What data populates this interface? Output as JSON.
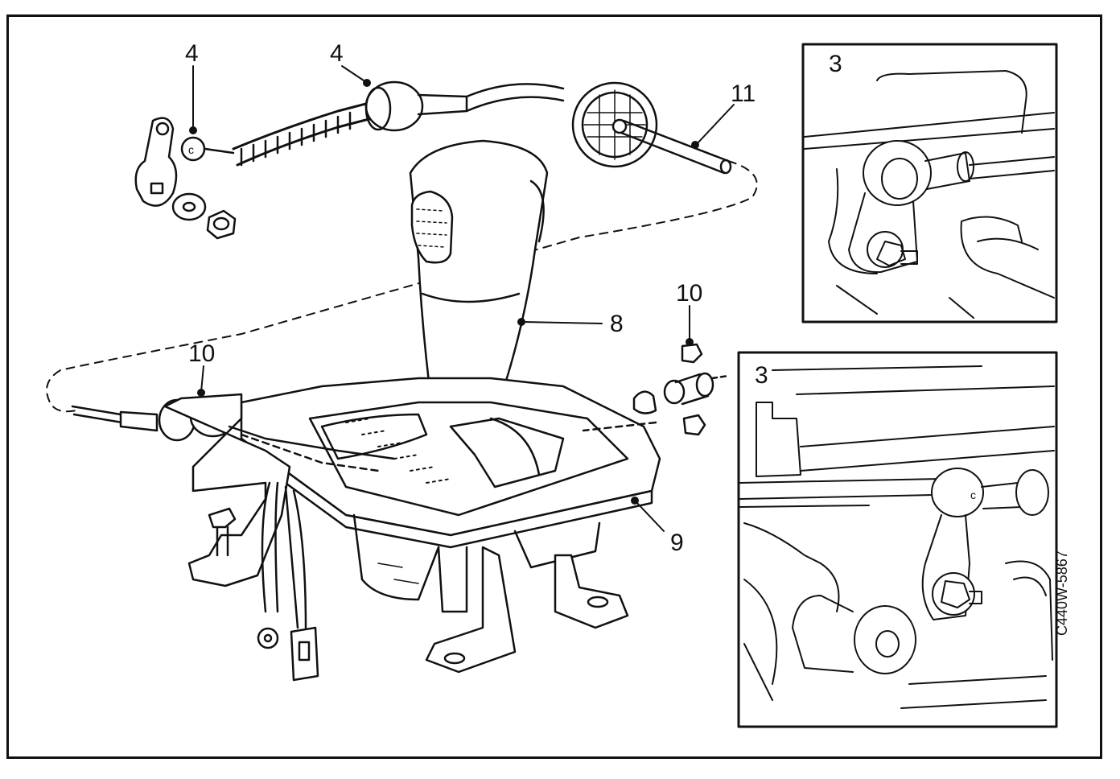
{
  "callouts": {
    "c4a": "4",
    "c4b": "4",
    "c11": "11",
    "c10_right": "10",
    "c8": "8",
    "c10_left": "10",
    "c9": "9"
  },
  "insets": {
    "top": {
      "label": "3"
    },
    "bottom": {
      "label": "3"
    }
  },
  "drawing_code": "C440W-5867"
}
